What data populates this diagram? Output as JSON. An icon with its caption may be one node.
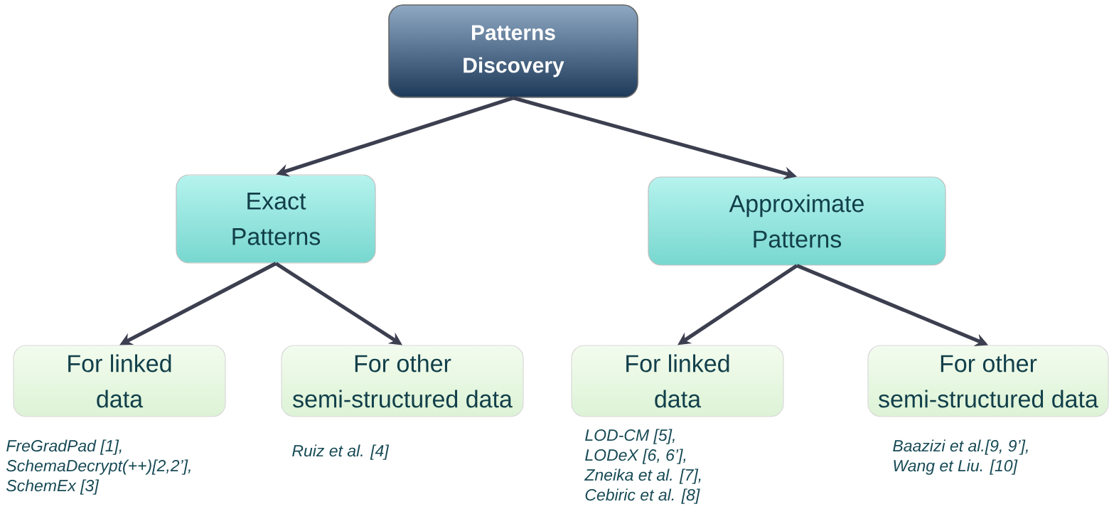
{
  "diagram": {
    "nodes": [
      {
        "text": [
          "Patterns Discovery"
        ]
      },
      {
        "text": [
          "Exact Patterns"
        ]
      },
      {
        "text": [
          "Approximate Patterns"
        ]
      },
      {
        "text": [
          "For linked data"
        ],
        "beside": [
          "FreGradPad [1],",
          "SchemaDecrypt(++)[2,2’],",
          "SchemEx [3]"
        ]
      },
      {
        "text": [
          "For other semi-structured data"
        ],
        "beside": [
          "Ruiz et al. [4]"
        ]
      },
      {
        "text": [
          "For linked data"
        ],
        "beside": [
          "LOD-CM [5],",
          "LODeX [6, 6’],",
          "Zneika et al. [7],",
          "Cebiric et al. [8]"
        ]
      },
      {
        "text": [
          "For other semi-structured data"
        ],
        "beside": [
          "Baazizi et al.[9, 9’],",
          "Wang et Liu. [10]"
        ]
      }
    ],
    "edges": [
      {
        "from": 0,
        "to": 1,
        "arrow": "to"
      },
      {
        "from": 0,
        "to": 2,
        "arrow": "to"
      },
      {
        "from": 1,
        "to": 3,
        "arrow": "to"
      },
      {
        "from": 1,
        "to": 4,
        "arrow": "to"
      },
      {
        "from": 2,
        "to": 5,
        "arrow": "to"
      },
      {
        "from": 2,
        "to": 6,
        "arrow": "to"
      }
    ]
  }
}
